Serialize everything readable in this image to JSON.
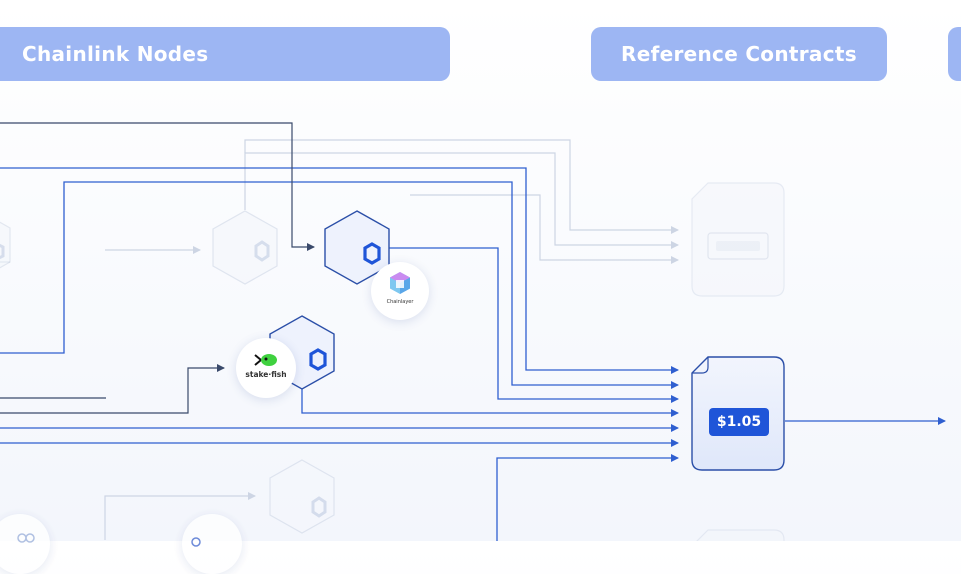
{
  "headers": {
    "nodes": "Chainlink Nodes",
    "reference": "Reference Contracts",
    "next": ""
  },
  "price": "$1.05",
  "operators": {
    "chainlayer": "Chainlayer",
    "stakefish": "stake·fish"
  },
  "colors": {
    "header_fill": "#9db6f3",
    "active_line": "#2f5fd0",
    "dark_line": "#3a4a6b",
    "faded_line": "#cdd5e4",
    "price_badge": "#1f55d8"
  },
  "icons": {
    "node": "chainlink-hexagon-icon",
    "contract": "document-icon",
    "chainlayer": "chainlayer-logo-icon",
    "stakefish": "stakefish-logo-icon"
  }
}
